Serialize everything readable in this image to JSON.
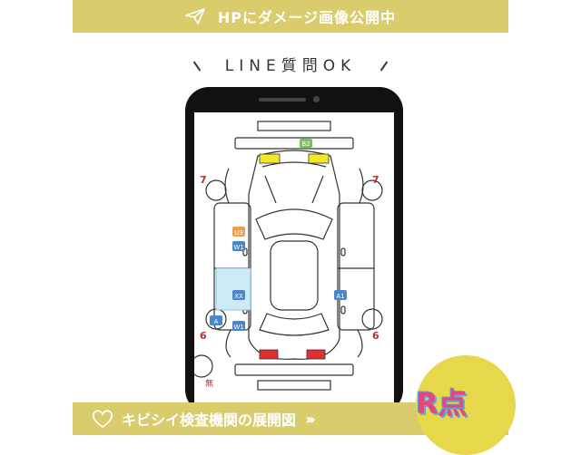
{
  "top_banner": {
    "text": "HPにダメージ画像公開中",
    "icon": "paper-plane-icon"
  },
  "subtitle": "LINE質問OK",
  "diagram": {
    "labels_red": {
      "left_top": "7",
      "right_top": "7",
      "left_bottom": "6",
      "right_bottom": "6",
      "none": "無"
    },
    "badges": [
      {
        "id": "b2",
        "text": "B2",
        "color": "#7cc05a"
      },
      {
        "id": "u3",
        "text": "U3",
        "color": "#f0a04b"
      },
      {
        "id": "w1_upper",
        "text": "W1",
        "color": "#4a86c8"
      },
      {
        "id": "xx",
        "text": "XX",
        "color": "#4a86c8"
      },
      {
        "id": "a1",
        "text": "A1",
        "color": "#4a86c8"
      },
      {
        "id": "a",
        "text": "A",
        "color": "#4a86c8"
      },
      {
        "id": "w1_lower",
        "text": "W1",
        "color": "#4a86c8"
      }
    ]
  },
  "bottom_banner": {
    "text": "キビシイ検査機関の展開図",
    "icon": "heart-icon",
    "arrows": "›››"
  },
  "badge": {
    "text": "R点"
  },
  "colors": {
    "banner": "#d8cc6c",
    "badge_bg": "#e6d74b",
    "badge_text": "#e8457a"
  }
}
